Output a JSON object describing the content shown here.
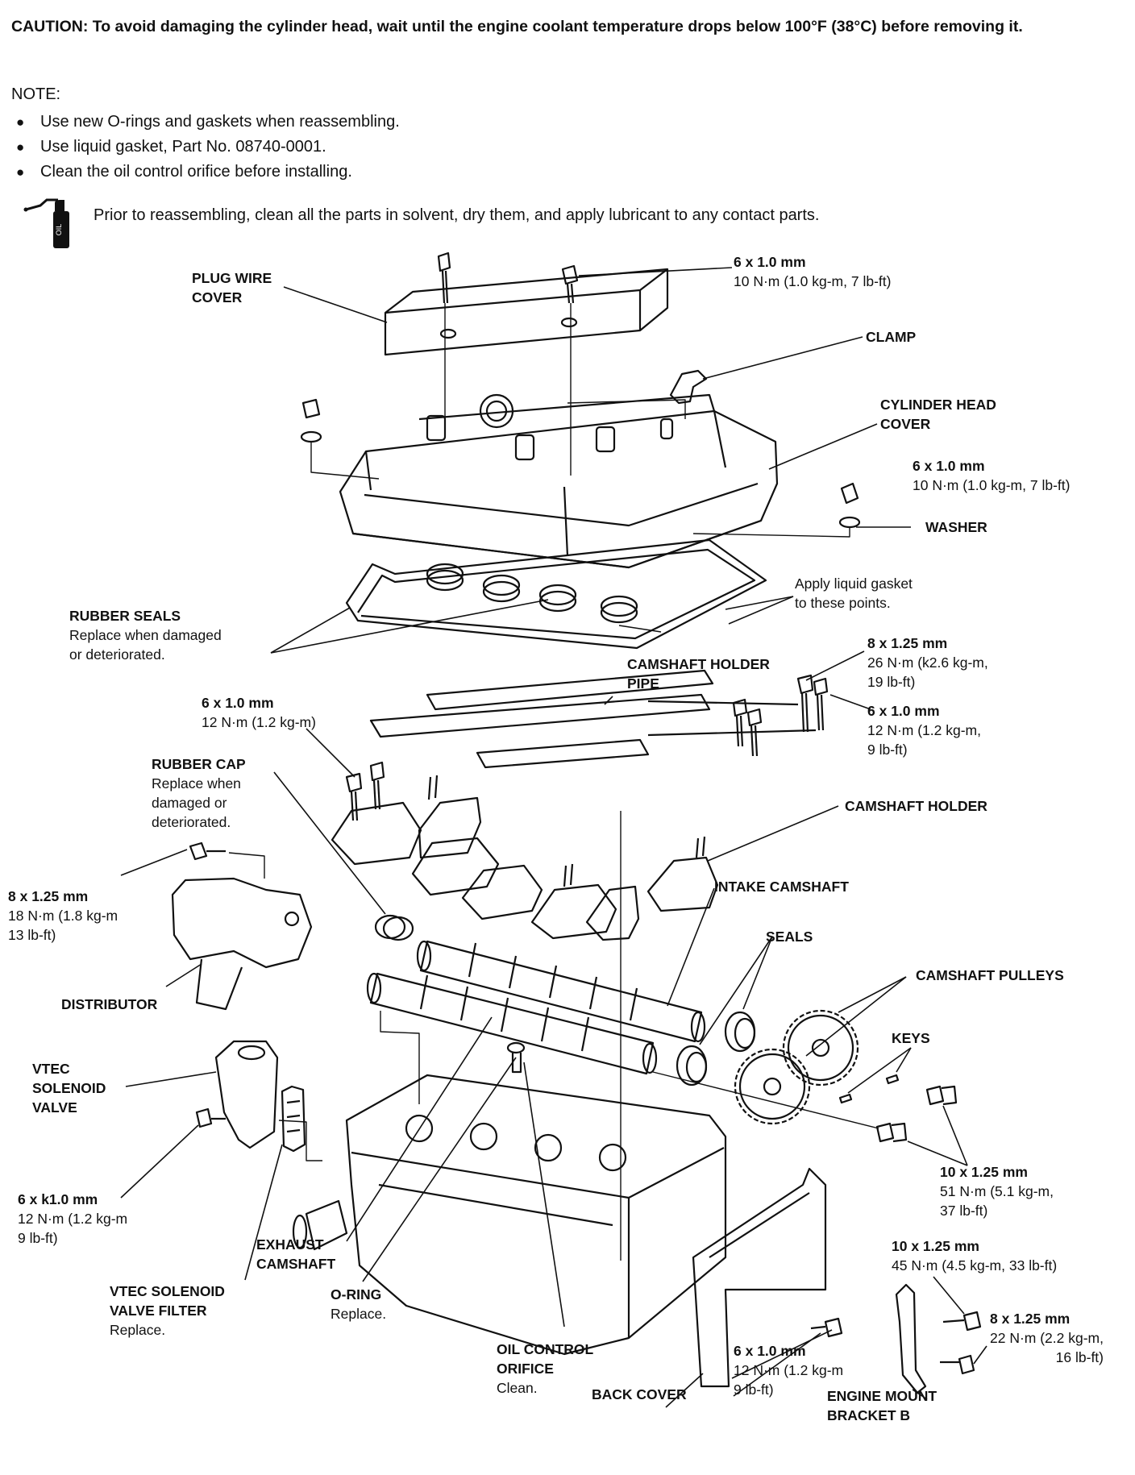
{
  "caution": "CAUTION:  To avoid damaging the cylinder head, wait until the engine coolant temperature drops below 100°F (38°C) before removing it.",
  "note_heading": "NOTE:",
  "notes": [
    "Use new O-rings and gaskets when reassembling.",
    "Use liquid gasket, Part No. 08740-0001.",
    "Clean the oil control orifice before installing."
  ],
  "lubricant_instruction": "Prior to reassembling, clean all the parts in solvent, dry them, and apply lubricant to any contact parts.",
  "icon_text": "OIL",
  "labels": {
    "plug_wire_cover": [
      "PLUG WIRE",
      "COVER"
    ],
    "spec_top": [
      "6 x 1.0 mm",
      "10 N·m (1.0 kg-m, 7 lb-ft)"
    ],
    "clamp": "CLAMP",
    "cyl_head_cover": [
      "CYLINDER HEAD",
      "COVER"
    ],
    "spec_right_cover": [
      "6 x 1.0 mm",
      "10 N·m (1.0 kg-m, 7 lb-ft)"
    ],
    "washer": "WASHER",
    "apply_gasket": [
      "Apply liquid gasket",
      "to these points."
    ],
    "rubber_seals": [
      "RUBBER SEALS",
      "Replace when damaged",
      "or deteriorated."
    ],
    "spec_8x125_a": [
      "8 x 1.25 mm",
      "26 N·m (k2.6 kg-m,",
      "19 lb-ft)"
    ],
    "camshaft_holder_pipe": [
      "CAMSHAFT HOLDER",
      "PIPE"
    ],
    "spec_6x10_pipe": [
      "6 x 1.0 mm",
      "12 N·m (1.2 kg-m,",
      "9 lb-ft)"
    ],
    "spec_6x10_left": [
      "6 x 1.0 mm",
      "12 N·m (1.2 kg-m)"
    ],
    "rubber_cap": [
      "RUBBER CAP",
      "Replace when",
      "damaged or",
      "deteriorated."
    ],
    "camshaft_holder": "CAMSHAFT HOLDER",
    "intake_camshaft": "INTAKE CAMSHAFT",
    "spec_8x125_dist": [
      "8 x 1.25 mm",
      "18 N·m (1.8 kg-m",
      "13 lb-ft)"
    ],
    "seals": "SEALS",
    "camshaft_pulleys": "CAMSHAFT PULLEYS",
    "distributor": "DISTRIBUTOR",
    "keys": "KEYS",
    "vtec_solenoid_valve": [
      "VTEC",
      "SOLENOID",
      "VALVE"
    ],
    "spec_10x125_pulley": [
      "10 x 1.25 mm",
      "51 N·m (5.1 kg-m,",
      "37 lb-ft)"
    ],
    "spec_6xk10": [
      "6 x k1.0 mm",
      "12 N·m (1.2 kg-m",
      "9 lb-ft)"
    ],
    "exhaust_camshaft": [
      "EXHAUST",
      "CAMSHAFT"
    ],
    "spec_10x125_mount": [
      "10 x 1.25 mm",
      "45 N·m (4.5 kg-m, 33 lb-ft)"
    ],
    "vtec_filter": [
      "VTEC SOLENOID",
      "VALVE FILTER",
      "Replace."
    ],
    "o_ring": [
      "O-RING",
      "Replace."
    ],
    "spec_8x125_mount": [
      "8 x 1.25 mm",
      "22 N·m (2.2 kg-m,",
      "16 lb-ft)"
    ],
    "oil_control_orifice": [
      "OIL CONTROL",
      "ORIFICE",
      "Clean."
    ],
    "spec_6x10_back": [
      "6 x 1.0 mm",
      "12 N·m (1.2 kg-m",
      "9 lb-ft)"
    ],
    "back_cover": "BACK COVER",
    "engine_mount_bracket": [
      "ENGINE MOUNT",
      "BRACKET B"
    ]
  }
}
